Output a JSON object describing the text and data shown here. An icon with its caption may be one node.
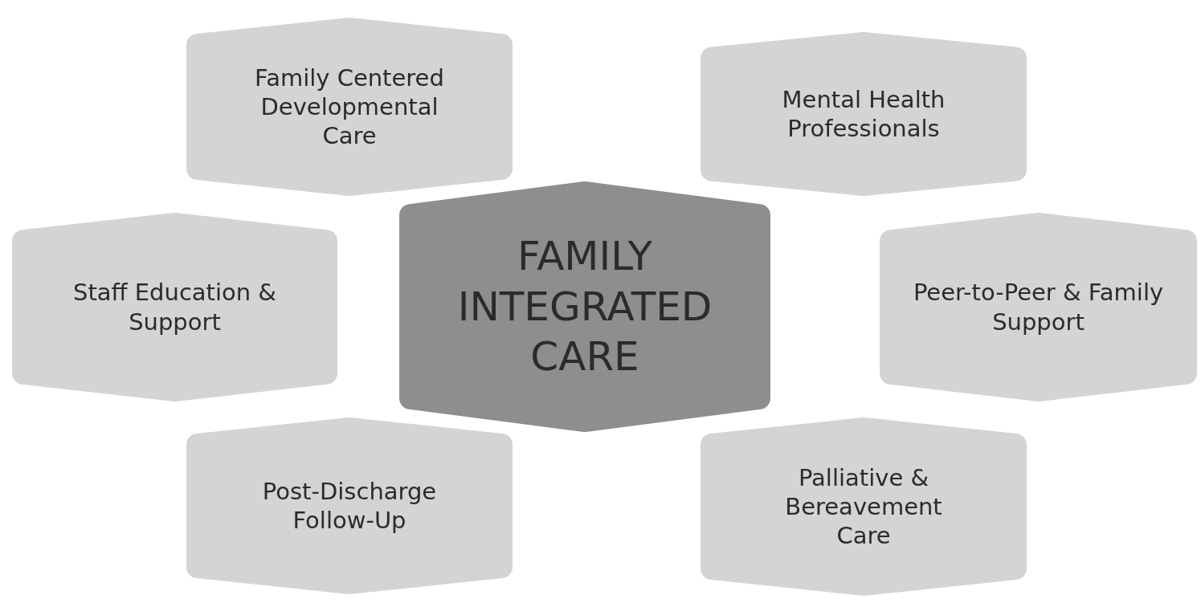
{
  "diagram": {
    "nodes": [
      {
        "text": [
          "Family Centered Developmental Care"
        ]
      },
      {
        "text": [
          "Mental Health Professionals"
        ]
      },
      {
        "text": [
          "Staff Education & Support"
        ]
      },
      {
        "text": [
          "FAMILY INTEGRATED CARE"
        ]
      },
      {
        "text": [
          "Peer-to-Peer & Family Support"
        ]
      },
      {
        "text": [
          "Post-Discharge Follow-Up"
        ]
      },
      {
        "text": [
          "Palliative & Bereavement Care"
        ]
      }
    ]
  }
}
